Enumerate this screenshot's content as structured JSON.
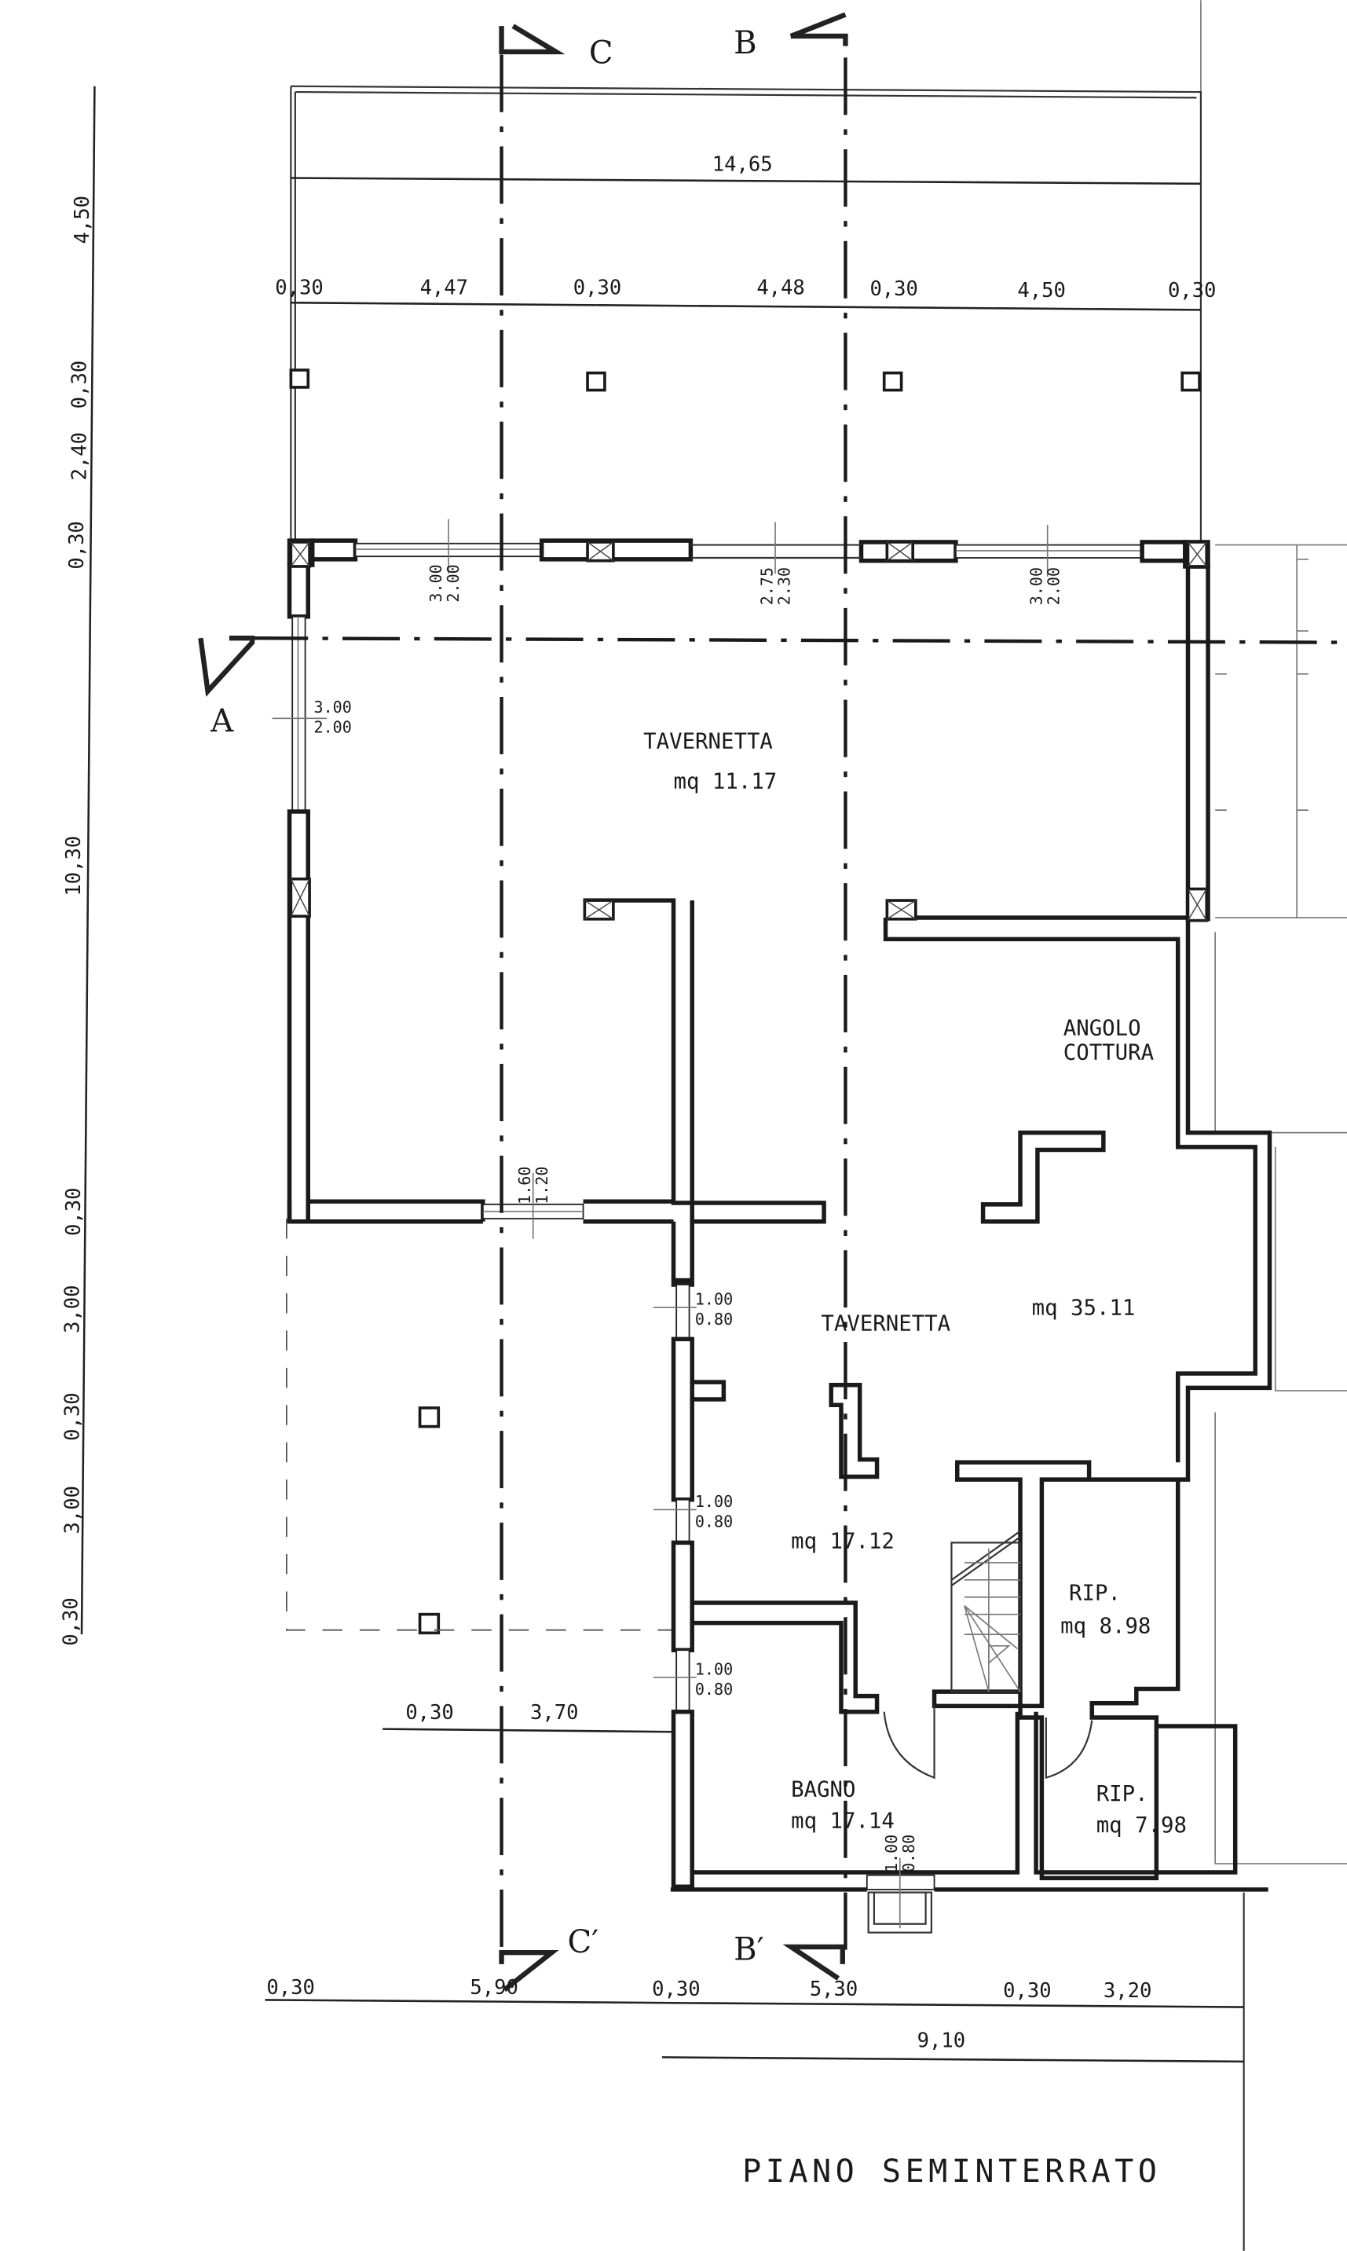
{
  "drawing": {
    "title": "PIANO SEMINTERRATO",
    "colors": {
      "ink": "#1a1a1a",
      "paper": "#ffffff"
    }
  },
  "rooms": [
    {
      "name": "TAVERNETTA",
      "area": "mq 11.17"
    },
    {
      "name": "ANGOLO",
      "name2": "COTTURA"
    },
    {
      "name": "TAVERNETTA",
      "area": "mq 35.11"
    },
    {
      "name": "",
      "area": "mq 17.12"
    },
    {
      "name": "RIP.",
      "area": "mq 8.98"
    },
    {
      "name": "BAGNO",
      "area": "mq 17.14"
    },
    {
      "name": "RIP.",
      "area": "mq 7.98"
    }
  ],
  "section_markers": {
    "a": "A",
    "b": "B",
    "b_prime": "B′",
    "c": "C",
    "c_prime": "C′"
  },
  "dimensions": {
    "top_total": "14,65",
    "top_segments": [
      "0,30",
      "4,47",
      "0,30",
      "4,48",
      "0,30",
      "4,50",
      "0,30"
    ],
    "left_vertical": [
      "4,50",
      "0,30",
      "2,40",
      "0,30",
      "10,30",
      "0,30",
      "3,00",
      "0,30",
      "3,00",
      "0,30"
    ],
    "bottom_segments": [
      "0,30",
      "5,90",
      "0,30",
      "5,30",
      "0,30",
      "3,20"
    ],
    "bottom_total": "9,10",
    "porch_segments": [
      "0,30",
      "3,70"
    ]
  },
  "openings": [
    {
      "w": "3.00",
      "h": "2.00"
    },
    {
      "w": "2.75",
      "h": "2.30"
    },
    {
      "w": "3.00",
      "h": "2.00"
    },
    {
      "w": "3.00",
      "h": "2.00"
    },
    {
      "w": "1.60",
      "h": "1.20"
    },
    {
      "w": "1.00",
      "h": "0.80"
    },
    {
      "w": "1.00",
      "h": "0.80"
    },
    {
      "w": "1.00",
      "h": "0.80"
    },
    {
      "w": "1.00",
      "h": "0.80"
    }
  ]
}
